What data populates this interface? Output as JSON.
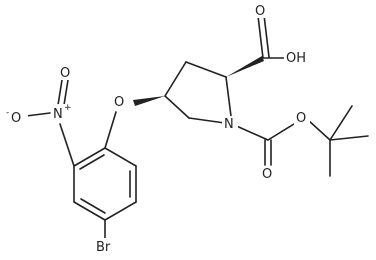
{
  "molecule": {
    "atoms": {
      "o_carbonyl_acid": "O",
      "o_hydroxyl": "OH",
      "o_ether": "O",
      "n_ring": "N",
      "o_boc_ester": "O",
      "o_boc_carbonyl": "O",
      "n_nitro": "N",
      "n_nitro_charge": "+",
      "o_nitro_top": "O",
      "o_nitro_minus": "O",
      "o_nitro_charge": "-",
      "br": "Br"
    }
  },
  "colors": {
    "ink": "#222222",
    "background": "#ffffff"
  }
}
